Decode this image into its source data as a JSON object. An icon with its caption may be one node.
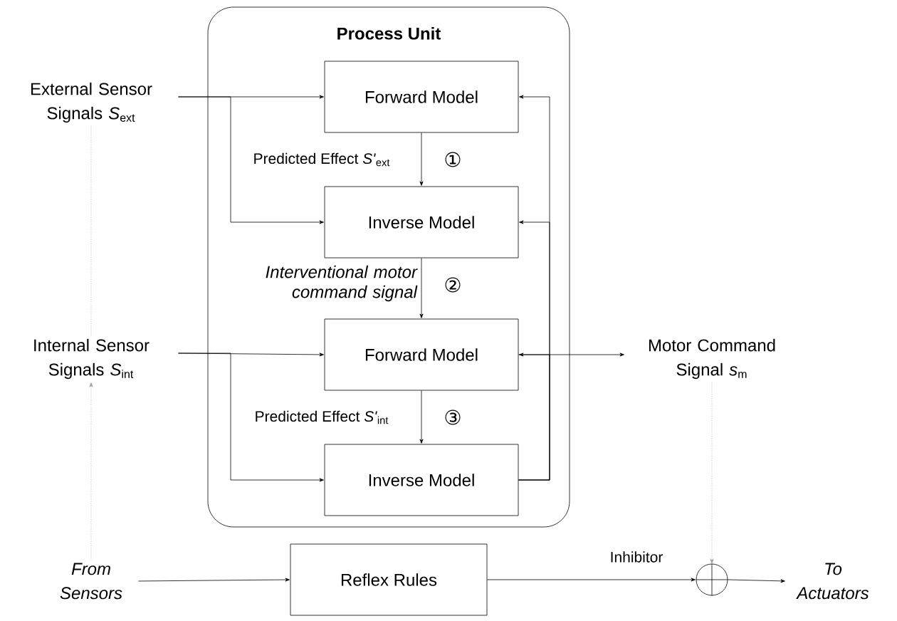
{
  "diagram": {
    "nodes": [
      {
        "text": [
          "Process Unit"
        ]
      },
      {
        "text": [
          "Forward Model"
        ],
        "in": 0
      },
      {
        "text": [
          "Inverse Model"
        ],
        "in": 0
      },
      {
        "text": [
          "Forward Model"
        ],
        "in": 0
      },
      {
        "text": [
          "Inverse Model"
        ],
        "in": 0
      },
      {
        "text": [
          "External Sensor Signals *S*$_{ext}$"
        ]
      },
      {
        "text": [
          "Internal Sensor Signals *S*$_{int}$"
        ]
      },
      {
        "text": [
          "Motor Command Signal *s*$_{m}$"
        ]
      },
      {
        "text": [
          "From Sensors"
        ]
      },
      {
        "text": [
          "Reflex Rules"
        ]
      },
      {
        "text": [],
        "shape": "circle"
      },
      {
        "text": [
          "To Actuators"
        ]
      }
    ],
    "edges": [
      {
        "from": 5,
        "to": 1,
        "arrow": "to"
      },
      {
        "from": 5,
        "to": 2,
        "arrow": "to"
      },
      {
        "from": 1,
        "to": 2,
        "arrow": "to",
        "label": "Predicted Effect *S'*$_{ext}$"
      },
      {
        "from": 2,
        "to": 3,
        "arrow": "to",
        "label": "Interventional motor command signal"
      },
      {
        "from": 6,
        "to": 3,
        "arrow": "to"
      },
      {
        "from": 6,
        "to": 4,
        "arrow": "to"
      },
      {
        "from": 3,
        "to": 4,
        "arrow": "to",
        "label": "Predicted Effect *S'*$_{int}$"
      },
      {
        "from": 4,
        "to": 1,
        "arrow": "to"
      },
      {
        "from": 4,
        "to": 2,
        "arrow": "to"
      },
      {
        "from": 4,
        "to": 3,
        "arrow": "to"
      },
      {
        "from": 3,
        "to": 7,
        "arrow": "to"
      },
      {
        "from": 5,
        "to": 6,
        "arrow": "none",
        "style": "dashed",
        "color": "#9a9a9a"
      },
      {
        "from": 8,
        "to": 6,
        "arrow": "to",
        "style": "dashed",
        "color": "#9a9a9a"
      },
      {
        "from": 8,
        "to": 9,
        "arrow": "to"
      },
      {
        "from": 9,
        "to": 10,
        "arrow": "to",
        "label": "Inhibitor"
      },
      {
        "from": 7,
        "to": 10,
        "arrow": "to",
        "style": "dashed",
        "color": "#9a9a9a"
      },
      {
        "from": 10,
        "to": 11,
        "arrow": "to"
      }
    ],
    "labels": [
      "①",
      "②",
      "③"
    ]
  }
}
